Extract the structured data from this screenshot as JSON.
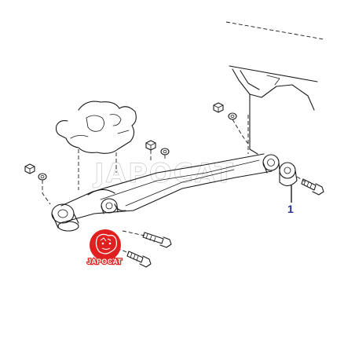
{
  "diagram": {
    "callout_number": "1",
    "watermark_text": "JAPOCAT",
    "logo_text": "JAPOCAT"
  },
  "colors": {
    "line": "#1a1a1a",
    "callout": "#2a2f8f",
    "logo_red": "#e02020",
    "watermark": "#c9c9c9"
  }
}
